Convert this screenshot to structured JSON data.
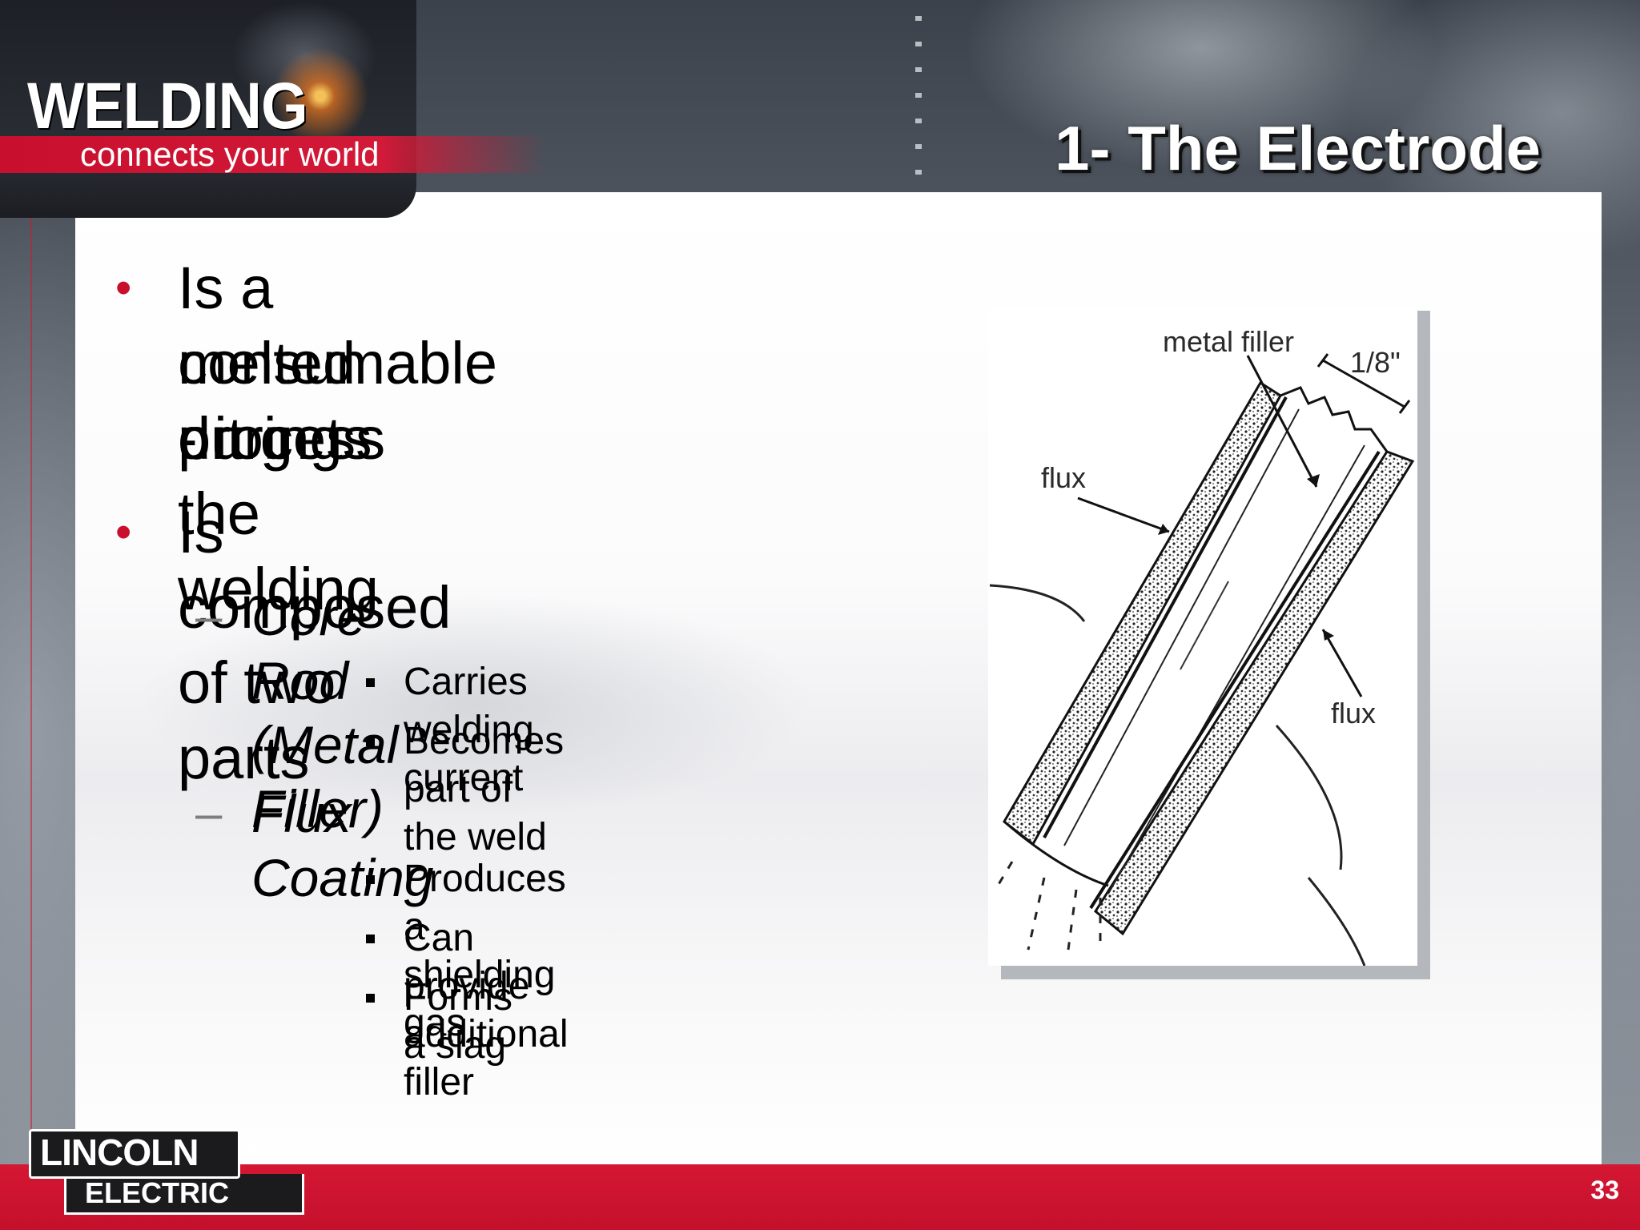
{
  "header": {
    "brand_main": "WELDING",
    "brand_tagline": "connects your world",
    "title": "1- The Electrode"
  },
  "bullets": [
    {
      "text": "Is a consumable - it gets",
      "marker": "•"
    },
    {
      "text": "melted during the welding",
      "marker": ""
    },
    {
      "text": "process",
      "marker": ""
    },
    {
      "text": "Is composed of two parts",
      "marker": "•"
    }
  ],
  "sections": [
    {
      "heading": "Core Rod (Metal Filler)",
      "marker": "–",
      "items": [
        "Carries welding current",
        "Becomes part of the weld"
      ]
    },
    {
      "heading": "Flux Coating",
      "marker": "–",
      "items": [
        "Produces a shielding gas",
        "Can provide additional filler",
        "Forms a slag"
      ]
    }
  ],
  "diagram": {
    "labels": {
      "metal_filler": "metal filler",
      "diameter": "1/8\"",
      "flux_left": "flux",
      "flux_right": "flux"
    }
  },
  "footer": {
    "logo_top": "LINCOLN",
    "logo_reg": "®",
    "logo_bottom": "ELECTRIC",
    "page_number": "33"
  },
  "colors": {
    "accent_red": "#c8102e",
    "dash_gray": "#7d7d7d"
  }
}
